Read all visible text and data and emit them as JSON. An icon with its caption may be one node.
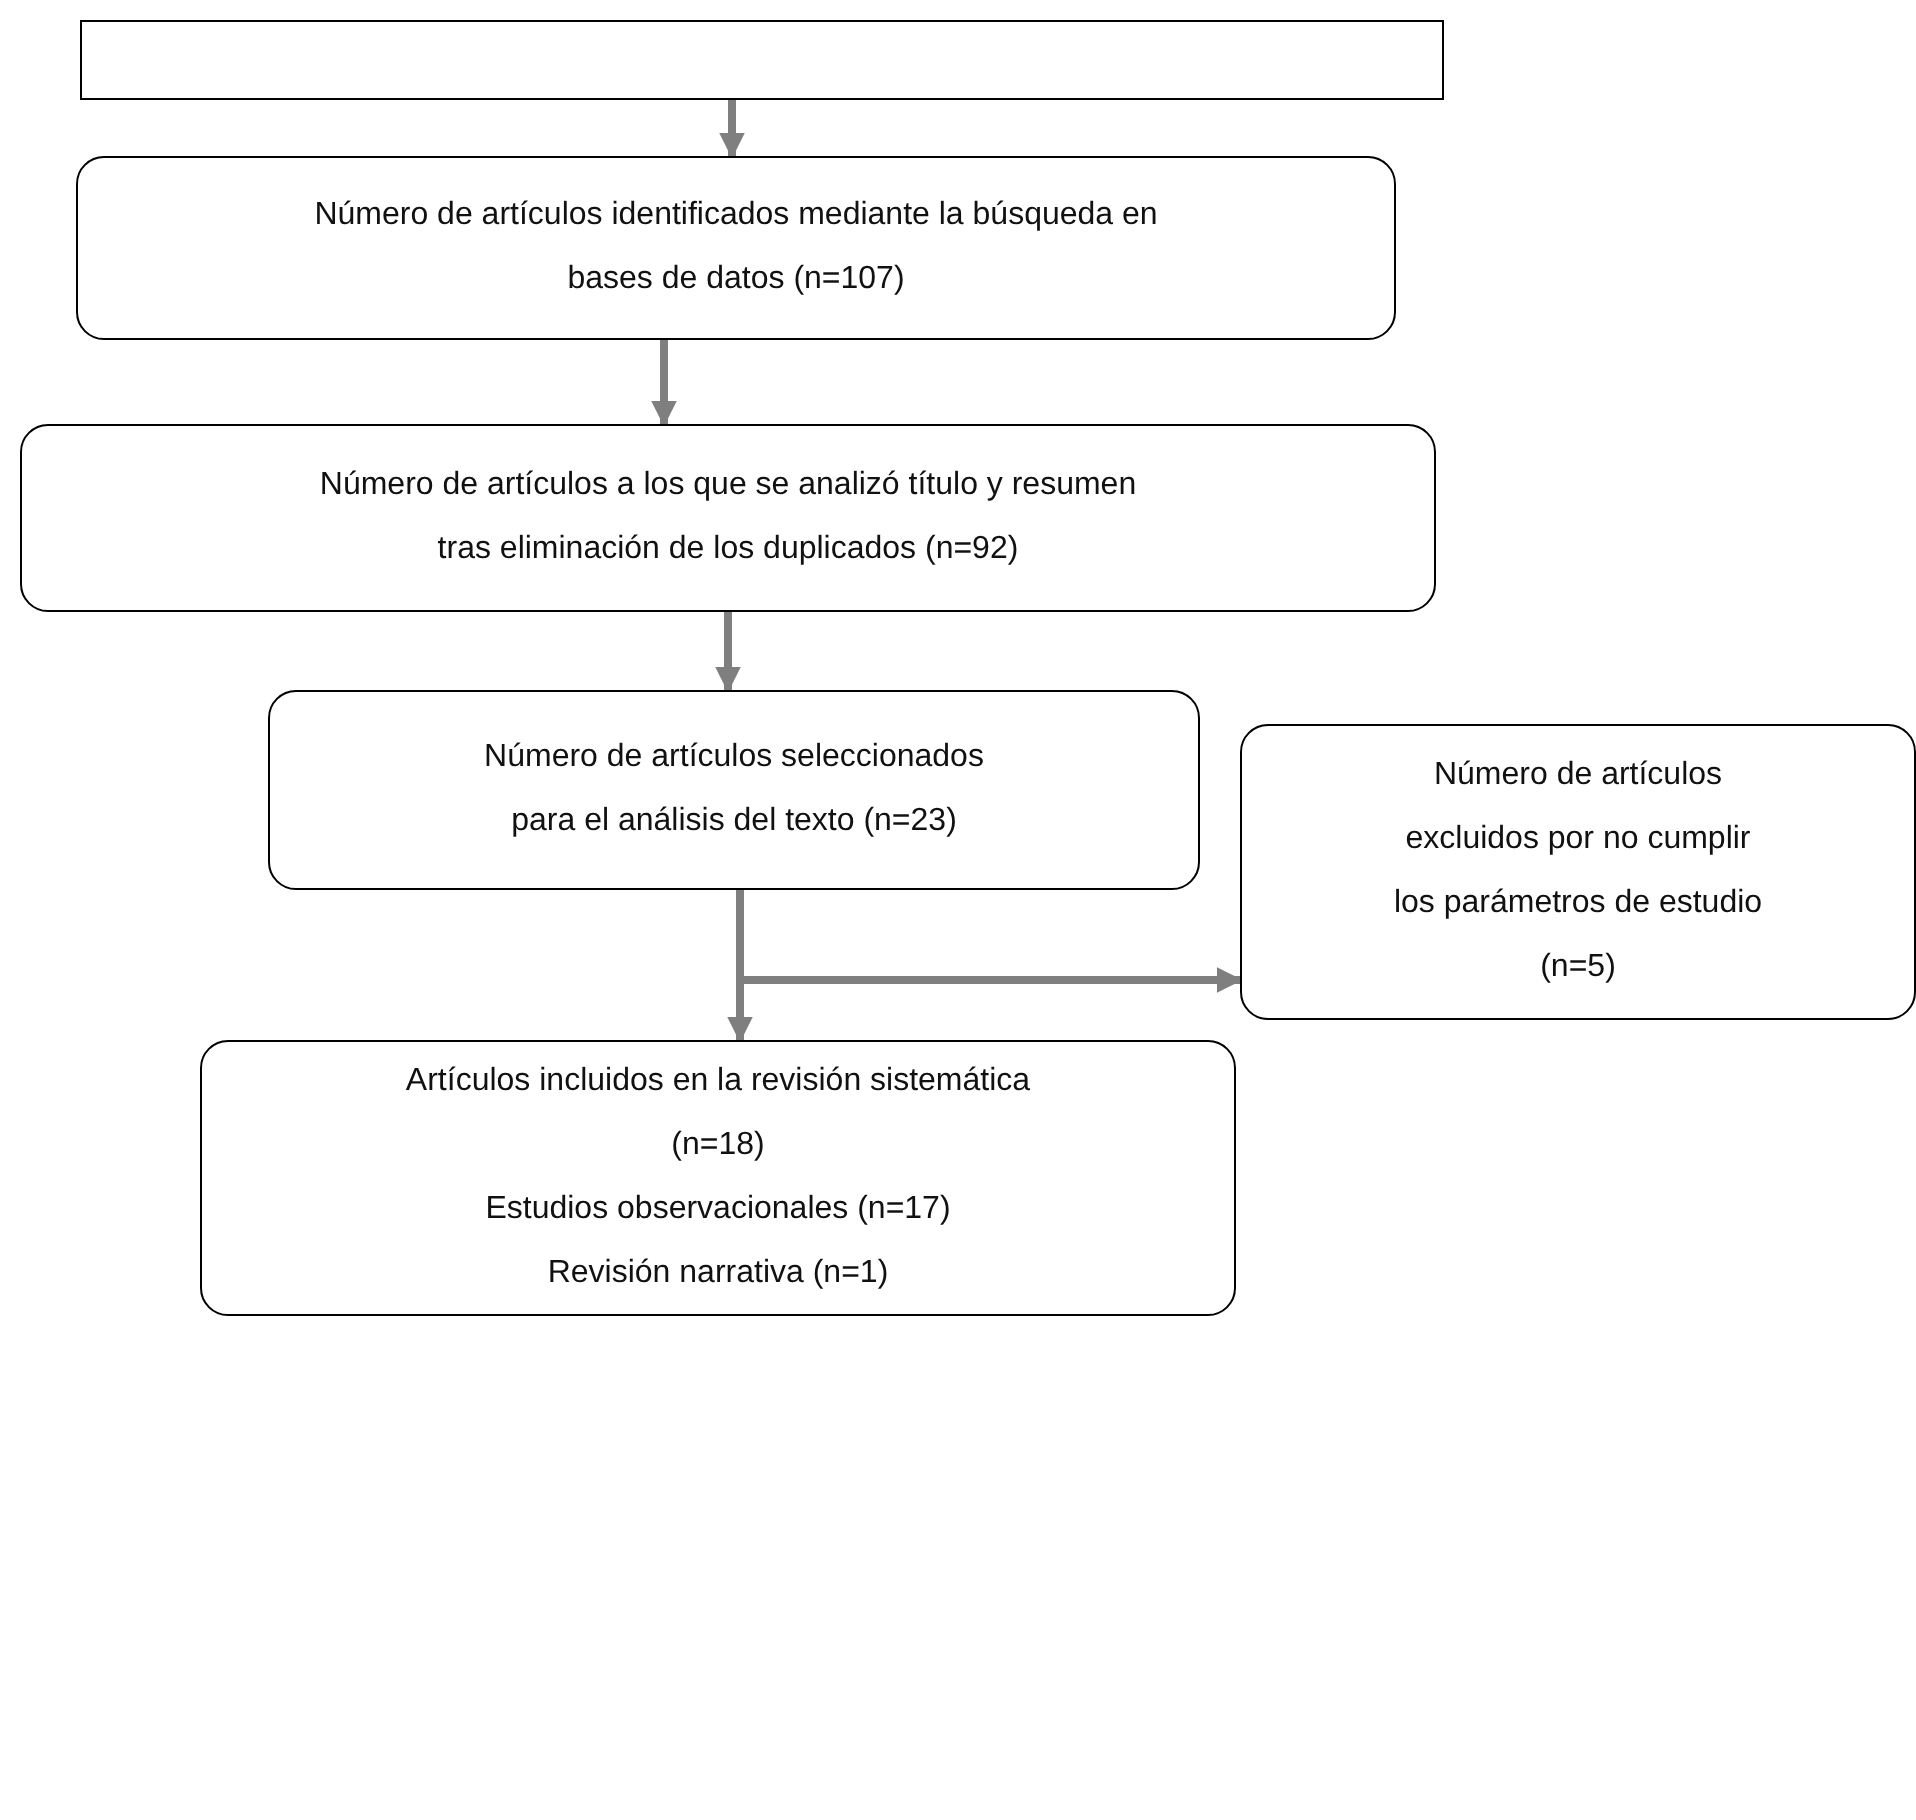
{
  "diagram": {
    "nodes": [
      {
        "text": [],
        "shape": "box"
      },
      {
        "text": [
          "Número de artículos identificados mediante la búsqueda en bases de datos (n=107)"
        ]
      },
      {
        "text": [
          "Número de artículos a los que se analizó título y resumen tras eliminación de los duplicados (n=92)"
        ]
      },
      {
        "text": [
          "Número de artículos seleccionados para el análisis del texto (n=23)"
        ]
      },
      {
        "text": [
          "Número de artículos excluidos por no cumplir los parámetros de estudio (n=5)"
        ]
      },
      {
        "text": [
          "Artículos incluidos en la revisión sistemática (n=18)",
          "Estudios observacionales (n=17)",
          "Revisión narrativa (n=1)"
        ]
      }
    ],
    "edges": [
      {
        "from": 0,
        "to": 1,
        "arrow": "to"
      },
      {
        "from": 1,
        "to": 2,
        "arrow": "to"
      },
      {
        "from": 2,
        "to": 3,
        "arrow": "to"
      },
      {
        "from": 3,
        "to": 5,
        "arrow": "to"
      },
      {
        "from": 3,
        "to": 4,
        "arrow": "to"
      }
    ]
  }
}
